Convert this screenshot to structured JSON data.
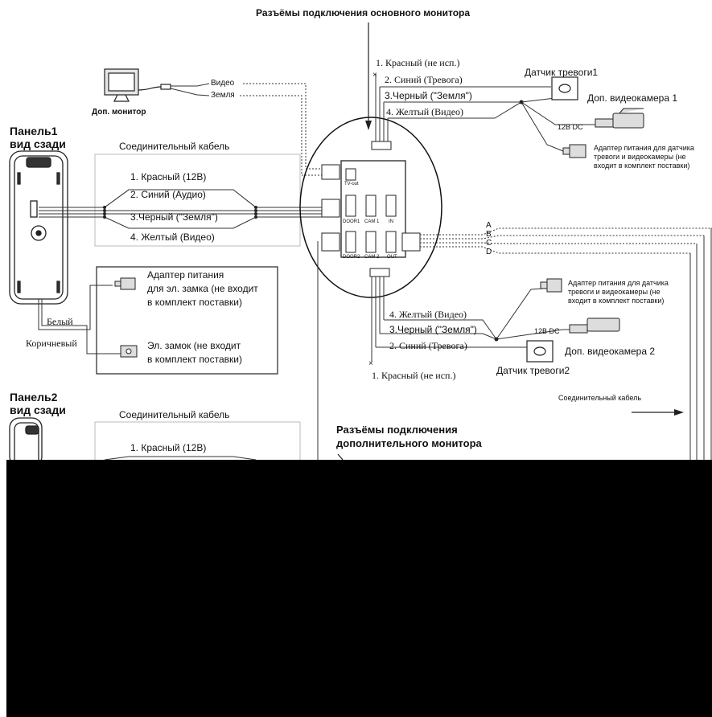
{
  "main_monitor_title": "Разъёмы подключения основного монитора",
  "extra_monitor": {
    "label": "Доп. монитор",
    "video": "Видео",
    "ground": "Земля"
  },
  "panel1": {
    "title_line1": "Панель1",
    "title_line2": "вид сзади",
    "cable_title": "Соединительный кабель",
    "wires": [
      "1. Красный (12В)",
      "2. Синий (Аудио)",
      "3.Черный (\"Земля\")",
      "4. Желтый (Видео)"
    ]
  },
  "lock": {
    "adapter_text": [
      "Адаптер питания",
      "для эл. замка (не входит",
      "в комплект поставки)"
    ],
    "lock_text": [
      "Эл. замок (не входит",
      "в комплект поставки)"
    ],
    "white": "Белый",
    "brown": "Коричневый"
  },
  "panel2": {
    "title_line1": "Панель2",
    "title_line2": "вид сзади",
    "cable_title": "Соединительный кабель",
    "wire1": "1. Красный (12В)"
  },
  "camera1_wires": [
    "1. Красный (не исп.)",
    "2. Синий (Тревога)",
    "3.Черный (\"Земля\")",
    "4. Желтый (Видео)"
  ],
  "camera1": {
    "sensor": "Датчик тревоги1",
    "camera": "Доп. видеокамера 1",
    "dc": "12B DC",
    "adapter": [
      "Адаптер питания для датчика",
      "тревоги и видеокамеры (не",
      "входит в комплект поставки)"
    ]
  },
  "camera2_wires": [
    "4. Желтый (Видео)",
    "3.Черный (\"Земля\")",
    "2. Синий (Тревога)",
    "1. Красный (не исп.)"
  ],
  "camera2": {
    "sensor": "Датчик тревоги2",
    "camera": "Доп. видеокамера 2",
    "dc": "12B DC",
    "adapter": [
      "Адаптер питания для датчика",
      "тревоги и видеокамеры (не",
      "входит в комплект поставки)"
    ]
  },
  "board": {
    "tvout": "TV-out",
    "door1": "DOOR1",
    "cam1": "CAM 1",
    "in": "IN",
    "door2": "DOOR2",
    "cam2": "CAM 2",
    "out": "OUT"
  },
  "abcd": [
    "A",
    "B",
    "C",
    "D"
  ],
  "connecting_cable_right": "Соединительный кабель",
  "extra_monitor_connectors": [
    "Разъёмы подключения",
    "дополнительного монитора"
  ]
}
